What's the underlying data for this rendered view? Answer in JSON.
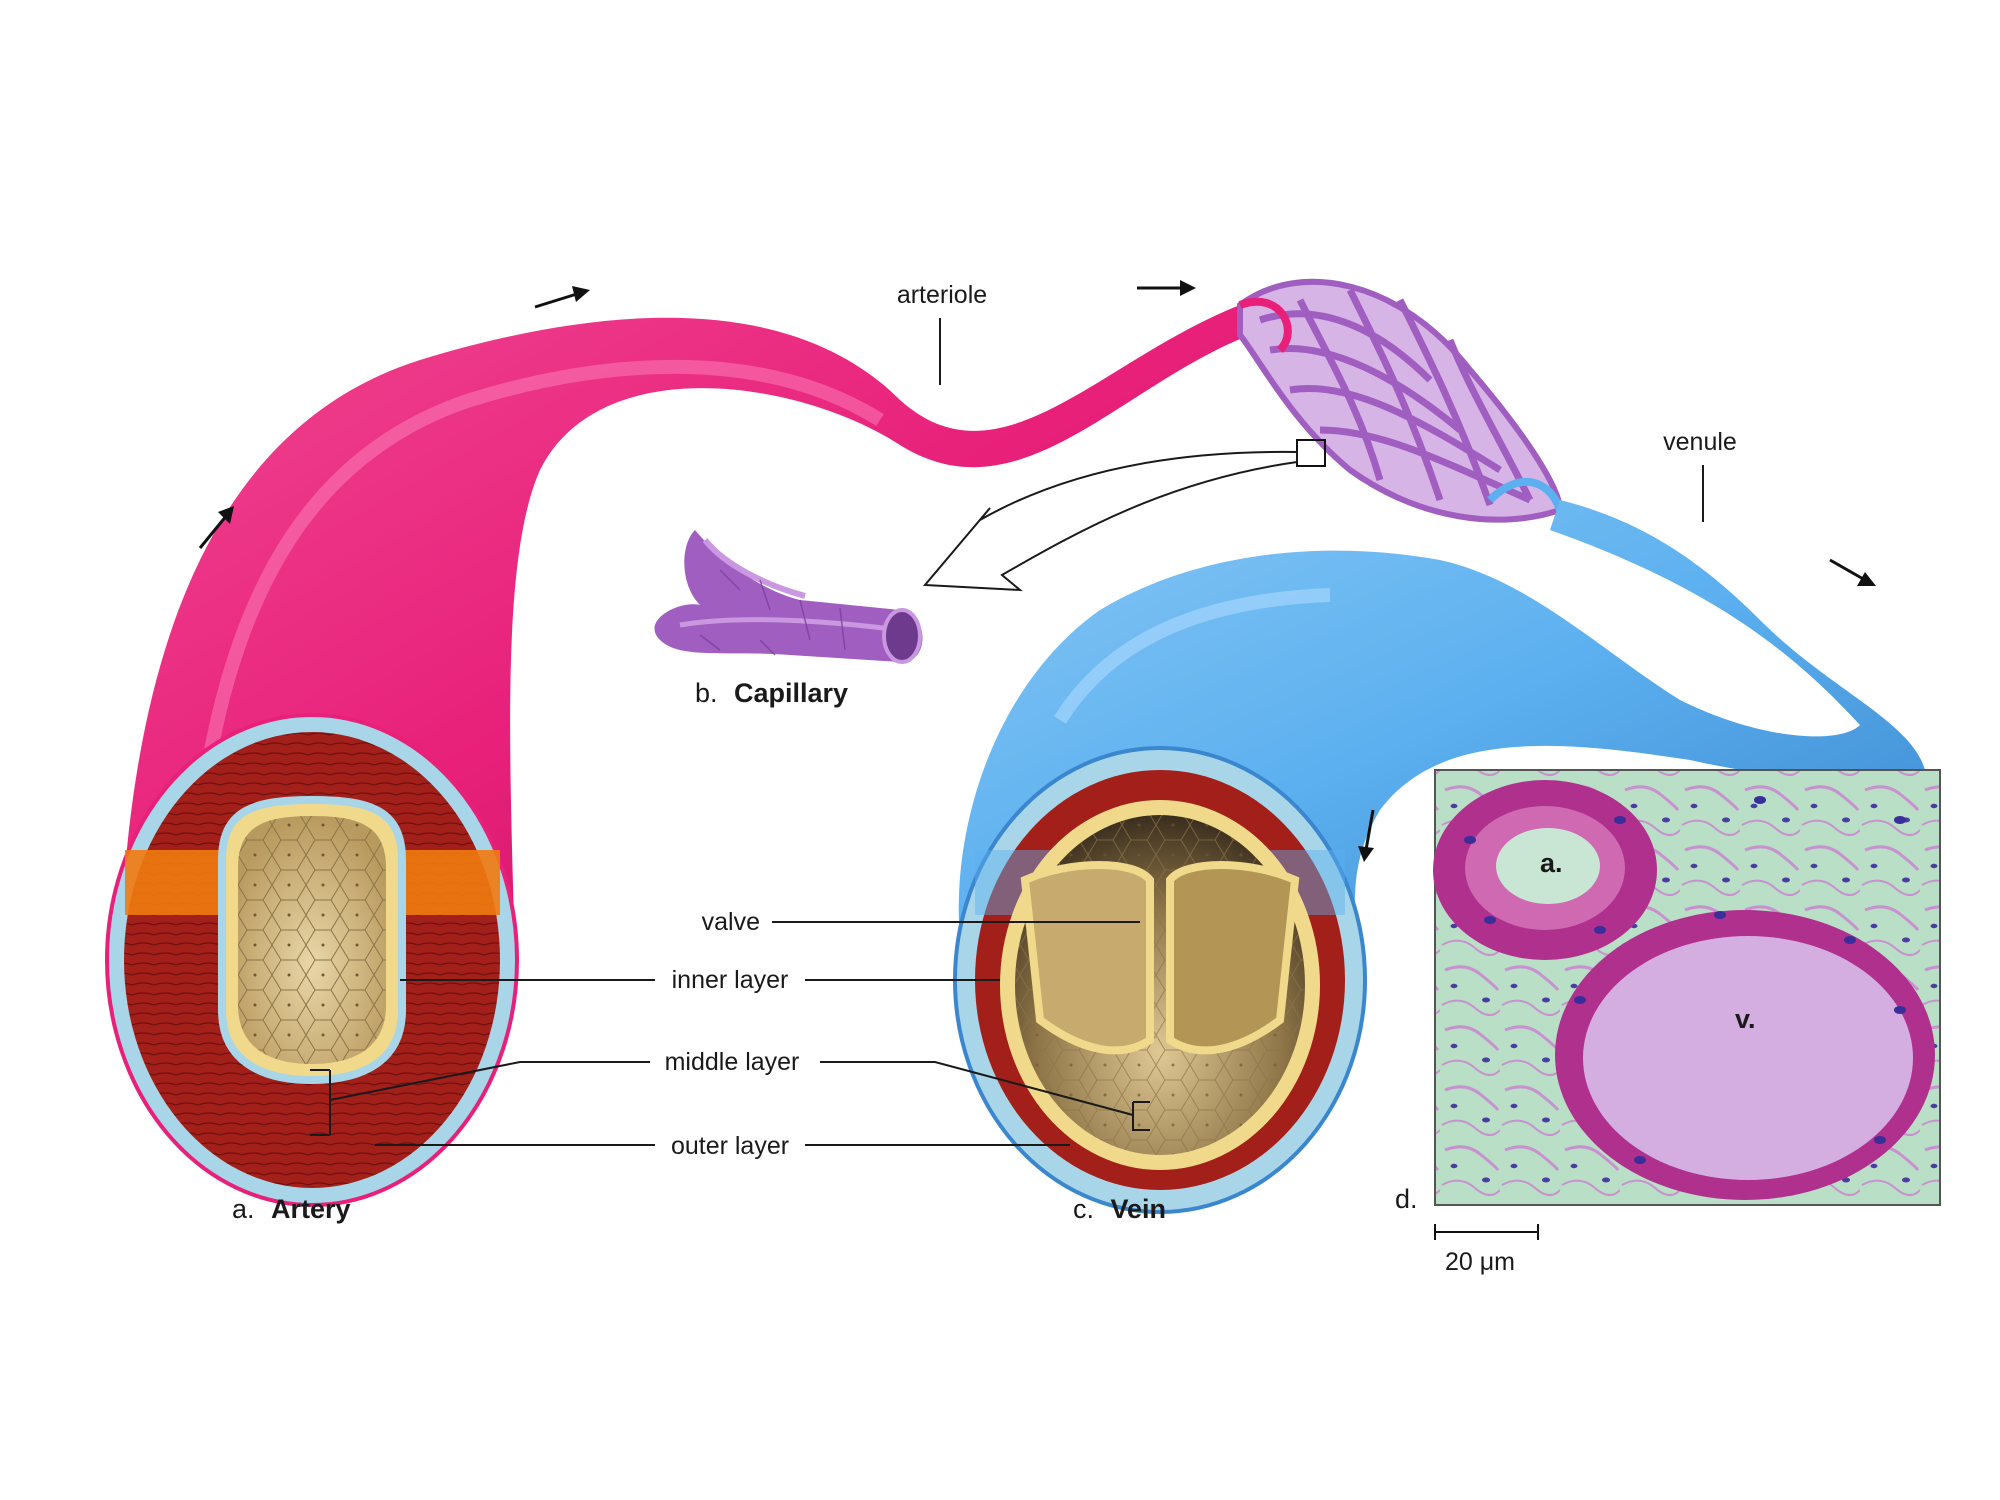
{
  "labels": {
    "arteriole": "arteriole",
    "venule": "venule",
    "valve": "valve",
    "inner_layer": "inner layer",
    "middle_layer": "middle layer",
    "outer_layer": "outer layer"
  },
  "panels": {
    "a": {
      "letter": "a.",
      "name": "Artery"
    },
    "b": {
      "letter": "b.",
      "name": "Capillary"
    },
    "c": {
      "letter": "c.",
      "name": "Vein"
    },
    "d": {
      "letter": "d."
    }
  },
  "micrograph": {
    "artery_mark": "a.",
    "vein_mark": "v.",
    "scale_bar": "20 μm"
  },
  "colors": {
    "artery": "#e8207a",
    "artery_dark": "#b8105a",
    "vein": "#5cb0ef",
    "vein_dark": "#3a86cf",
    "capillary": "#a05fc0",
    "muscle": "#a3201a",
    "outer": "#a8d6e8",
    "inner": "#f0d98a",
    "micro_bg": "#b9dfc6",
    "micro_tissue": "#b0308e"
  }
}
